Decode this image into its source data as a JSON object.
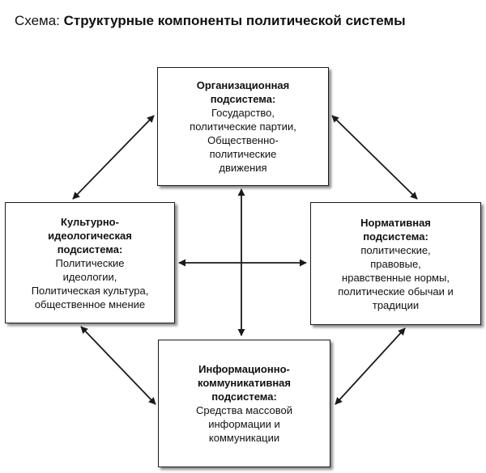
{
  "title": {
    "prefix": "Схема: ",
    "main": "Структурные компоненты политической системы"
  },
  "boxes": {
    "organizational": {
      "title": "Организационная\nподсистема:",
      "lines": "Государство,\nполитические партии,\nОбщественно-\nполитические\nдвижения"
    },
    "cultural": {
      "title": "Культурно-\nидеологическая\nподсистема:",
      "lines": "Политические\nидеологии,\nПолитическая культура,\nобщественное мнение"
    },
    "normative": {
      "title": "Нормативная\nподсистема:",
      "lines": "политические,\nправовые,\nнравственные нормы,\nполитические обычаи и\nтрадиции"
    },
    "informational": {
      "title": "Информационно-\nкоммуникативная\nподсистема:",
      "lines": "Средства массовой\nинформации и\nкоммуникации"
    }
  },
  "colors": {
    "stroke": "#1a1a1a"
  }
}
